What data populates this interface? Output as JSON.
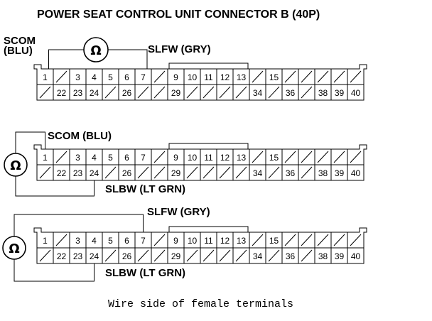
{
  "title": "POWER SEAT CONTROL UNIT CONNECTOR B (40P)",
  "caption": "Wire side of female terminals",
  "meter_symbol": "Ω",
  "connector": {
    "top_row": [
      "1",
      "",
      "3",
      "4",
      "5",
      "6",
      "7",
      "",
      "9",
      "10",
      "11",
      "12",
      "13",
      "",
      "15",
      "",
      "",
      "",
      "",
      ""
    ],
    "bottom_row": [
      "",
      "22",
      "23",
      "24",
      "",
      "26",
      "",
      "",
      "29",
      "",
      "",
      "",
      "",
      "34",
      "",
      "36",
      "",
      "38",
      "39",
      "40"
    ]
  },
  "tests": [
    {
      "labels": {
        "scom": "SCOM\n(BLU)",
        "slfw": "SLFW (GRY)"
      }
    },
    {
      "labels": {
        "scom": "SCOM (BLU)",
        "slbw": "SLBW (LT GRN)"
      }
    },
    {
      "labels": {
        "slfw": "SLFW (GRY)",
        "slbw": "SLBW (LT GRN)"
      }
    }
  ]
}
